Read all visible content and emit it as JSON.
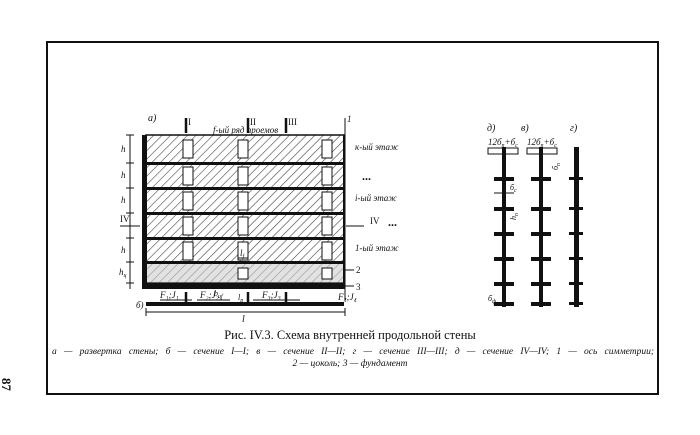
{
  "figure": {
    "caption": "Рис. IV.3. Схема внутренней продольной стены",
    "legend_line1": "а — развертка стены; б — сечение I—I; в — сечение II—II; г — сечение III—III; д — сечение IV—IV; 1 — ось симметрии;",
    "legend_line2": "2 — цоколь; 3 — фундамент",
    "page_number": "87"
  },
  "elevation": {
    "panel_label": "а)",
    "section_I": "I",
    "section_II": "II",
    "section_III": "III",
    "axis_1": "1",
    "openings_row": "f-ый ряд проемов",
    "floor_k": "к-ый этаж",
    "floor_i": "i-ый этаж",
    "floor_1": "1-ый этаж",
    "ellipsis": "...",
    "section_IV": "IV",
    "label_2": "2",
    "label_3": "3",
    "h": "h",
    "h_c": "h",
    "h_c_sub": "ц",
    "bottom_panel": "б)",
    "F1J1": "F₁;J₁",
    "F2J2": "F₂;J₂",
    "F3J3": "F₃;J₃",
    "F4J4": "F₄;J₄",
    "l": "l",
    "l_f": "l",
    "l_f_sub": "f",
    "b_cf": "b",
    "b_cf_sub": "цf",
    "l_p": "l",
    "l_p_sub": "р"
  },
  "sections": {
    "panel_d": "д)",
    "panel_v": "в)",
    "panel_g": "г)",
    "formula": "12б",
    "formula_sub": "п",
    "formula_tail": "+б",
    "formula_tail_sub": "с",
    "delta_p": "б",
    "delta_p_sub": "п",
    "delta_c": "б",
    "delta_c_sub": "с",
    "h_p": "h",
    "h_p_sub": "п",
    "delta_f": "б",
    "delta_f_sub": "ф"
  }
}
